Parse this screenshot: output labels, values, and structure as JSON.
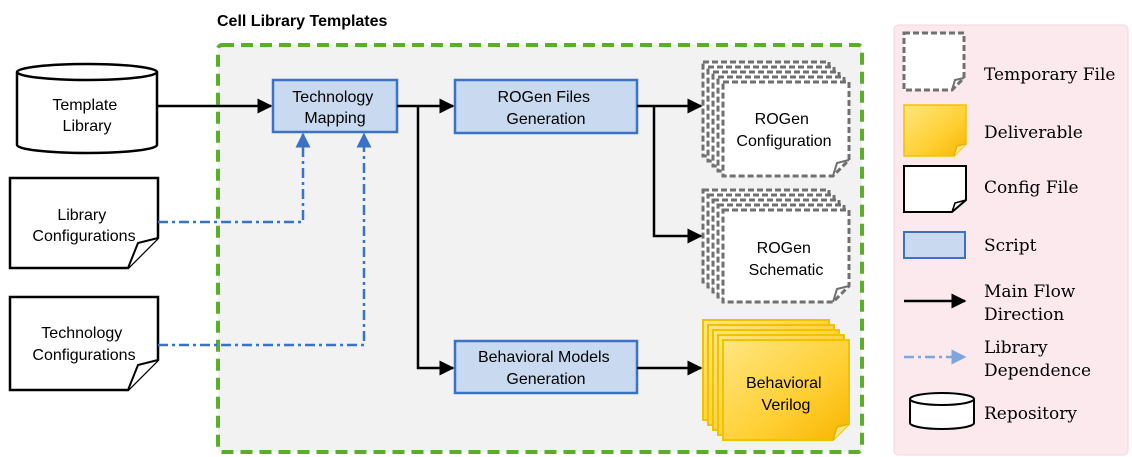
{
  "title": "Cell Library Templates",
  "inputs": {
    "template_library": [
      "Template",
      "Library"
    ],
    "library_configurations": [
      "Library",
      "Configurations"
    ],
    "technology_configurations": [
      "Technology",
      "Configurations"
    ]
  },
  "scripts": {
    "technology_mapping": [
      "Technology",
      "Mapping"
    ],
    "rogen_files_generation": [
      "ROGen Files",
      "Generation"
    ],
    "behavioral_models_generation": [
      "Behavioral Models",
      "Generation"
    ]
  },
  "outputs": {
    "rogen_configuration": [
      "ROGen",
      "Configuration"
    ],
    "rogen_schematic": [
      "ROGen",
      "Schematic"
    ],
    "behavioral_verilog": [
      "Behavioral",
      "Verilog"
    ]
  },
  "legend": {
    "temporary_file": "Temporary File",
    "deliverable": "Deliverable",
    "config_file": "Config File",
    "script": "Script",
    "main_flow": [
      "Main Flow",
      "Direction"
    ],
    "library_dependence": [
      "Library",
      "Dependence"
    ],
    "repository": "Repository"
  },
  "colors": {
    "region_border": "#5aaf2a",
    "region_fill": "#f2f2f2",
    "script_fill": "#c9d9f0",
    "script_border": "#3a72c8",
    "deliverable_fill": "#ffd23c",
    "dependence_line": "#3a72c8",
    "legend_fill": "#fbe9ee",
    "temp_border": "#707070"
  }
}
